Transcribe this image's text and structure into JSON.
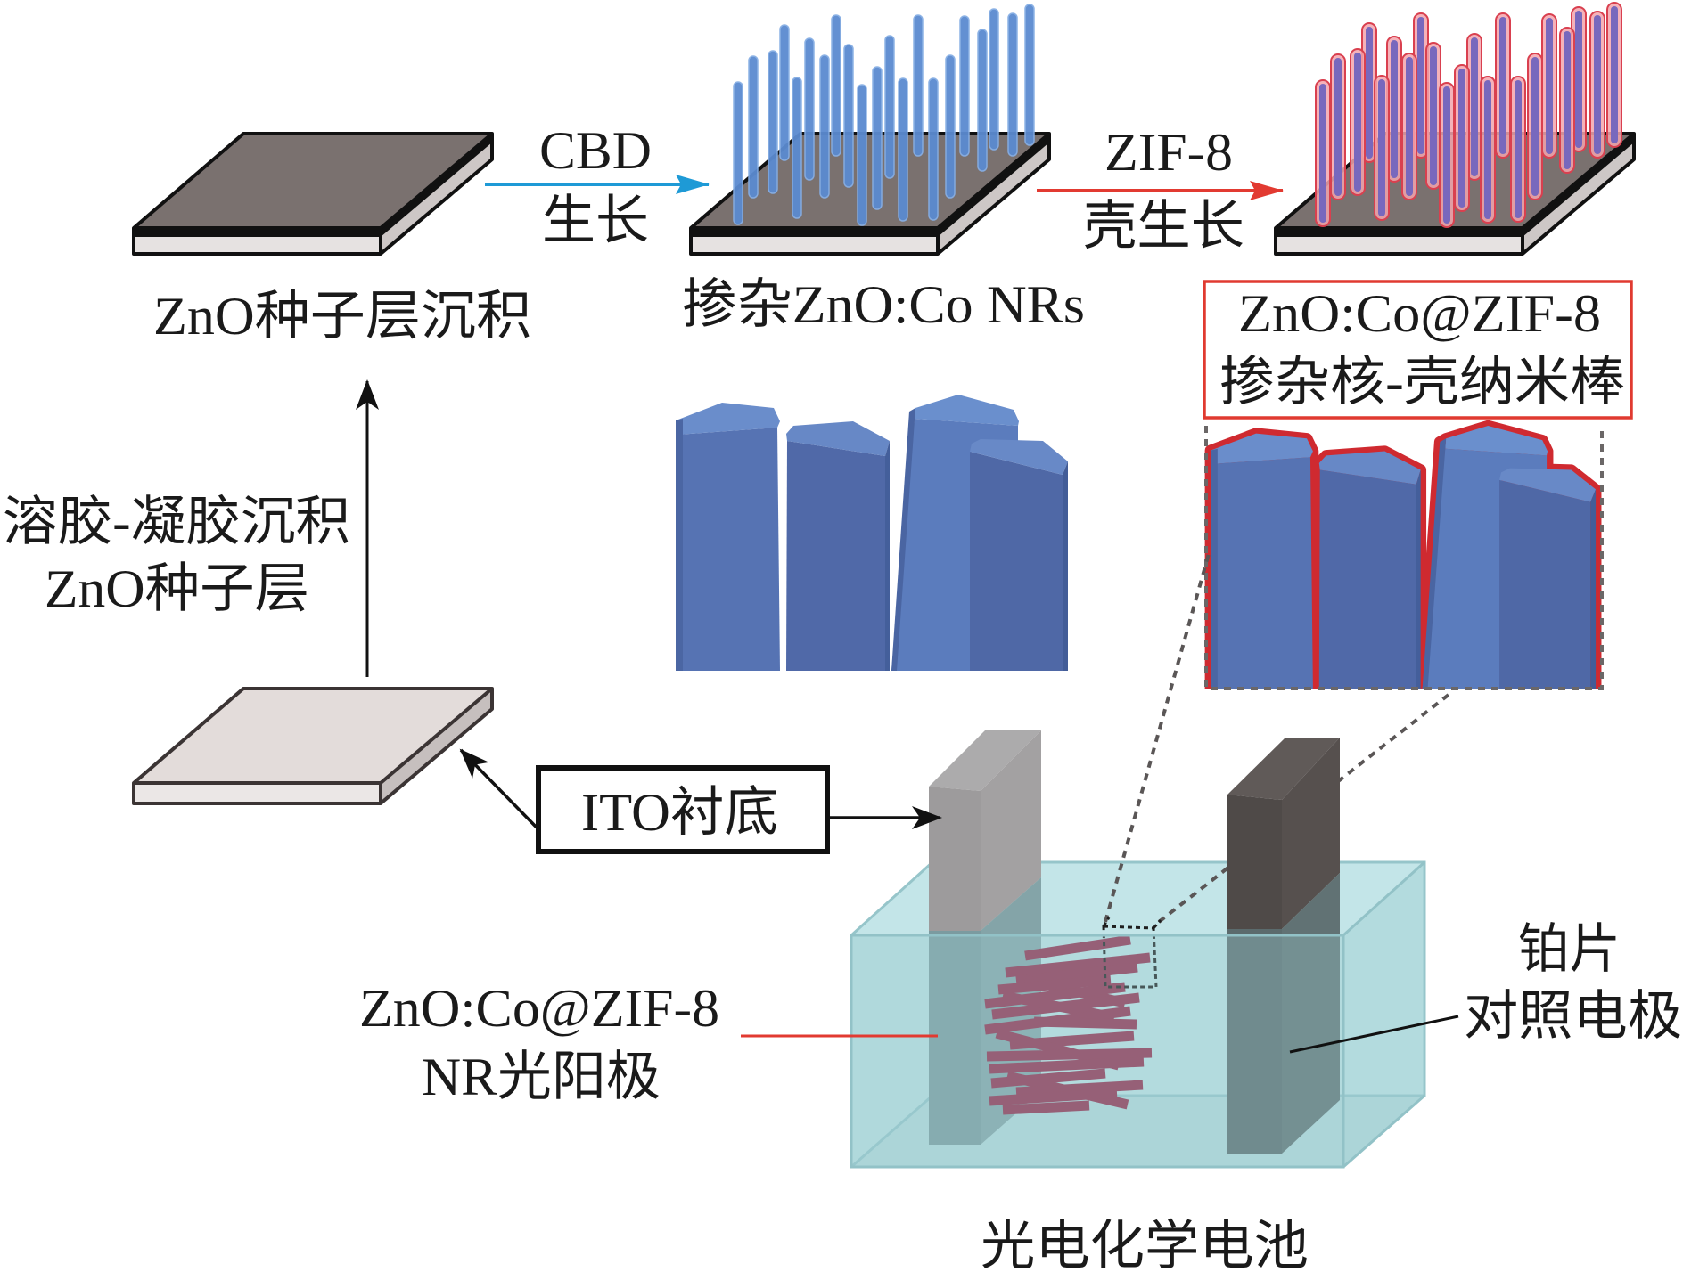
{
  "steps": {
    "seed_layer": {
      "label": "ZnO种子层沉积"
    },
    "cbd_growth": {
      "label_top": "CBD",
      "label_bottom": "生长"
    },
    "doped_nanorods": {
      "label": "掺杂ZnO:Co NRs"
    },
    "zif_shell_growth": {
      "label_top": "ZIF-8",
      "label_bottom": "壳生长"
    },
    "core_shell": {
      "label_line1": "ZnO:Co@ZIF-8",
      "label_line2": "掺杂核-壳纳米棒"
    },
    "sol_gel": {
      "label_line1": "溶胶-凝胶沉积",
      "label_line2": "ZnO种子层"
    },
    "ito_substrate": {
      "label": "ITO衬底"
    }
  },
  "cell": {
    "title": "光电化学电池",
    "photoanode": {
      "label_line1": "ZnO:Co@ZIF-8",
      "label_line2": "NR光阳极"
    },
    "counter_electrode": {
      "label_line1": "铂片",
      "label_line2": "对照电极"
    }
  },
  "colors": {
    "cbd_arrow": "#1e9ad6",
    "zif_arrow": "#e23a31",
    "zno_nanorod": "#5b8bd0",
    "zif8_shell": "#d9404f",
    "core_shell_box": "#e03a30",
    "photoanode_leader": "#e23a31",
    "photoanode_nanorods": "#922c4c"
  }
}
